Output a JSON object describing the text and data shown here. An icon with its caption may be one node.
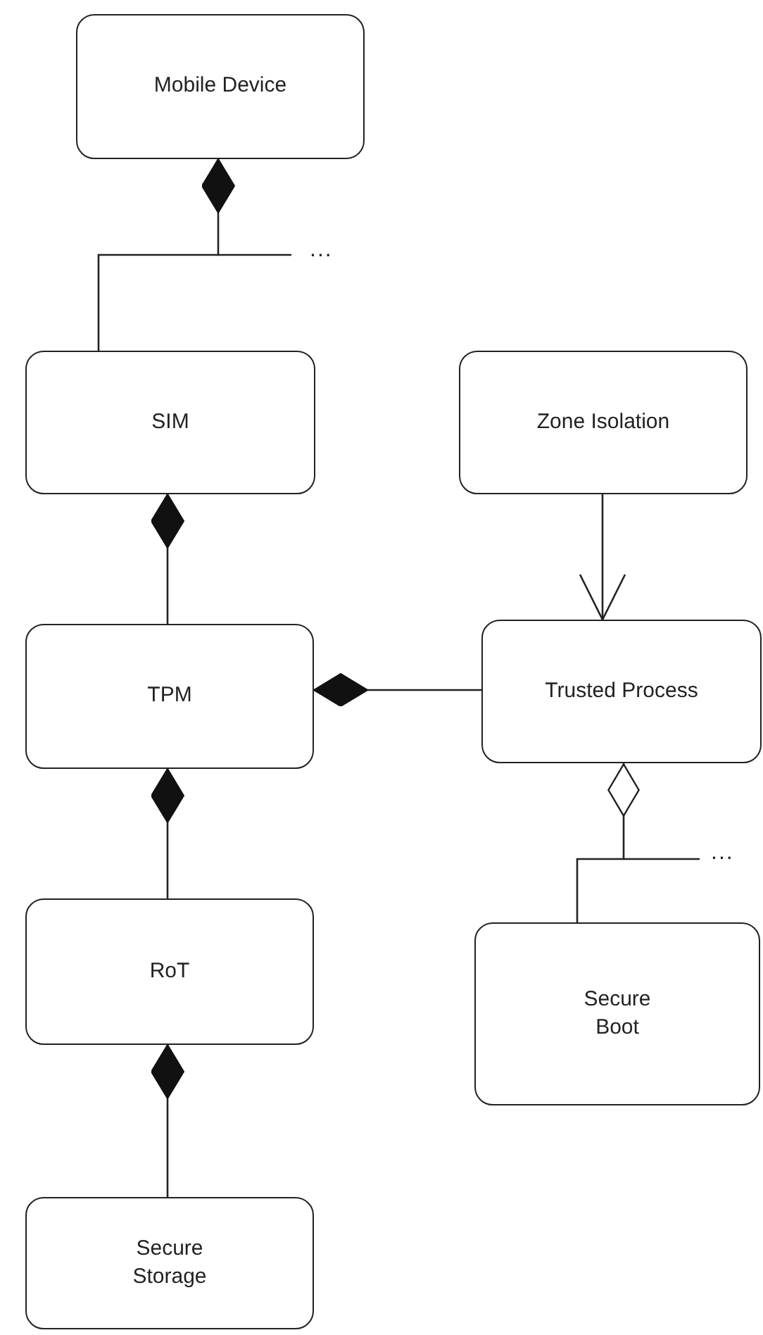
{
  "diagram": {
    "nodes": [
      {
        "text": [
          "Mobile Device"
        ]
      },
      {
        "text": [
          "SIM"
        ]
      },
      {
        "text": [
          "Zone Isolation"
        ]
      },
      {
        "text": [
          "TPM"
        ]
      },
      {
        "text": [
          "Trusted Process"
        ]
      },
      {
        "text": [
          "RoT"
        ]
      },
      {
        "text": [
          "Secure Boot"
        ]
      },
      {
        "text": [
          "Secure Storage"
        ]
      }
    ],
    "edges": [
      {
        "from": 1,
        "to": 0,
        "arrow": "other"
      },
      {
        "from": 3,
        "to": 1,
        "arrow": "other"
      },
      {
        "from": 2,
        "to": 4,
        "arrow": "to"
      },
      {
        "from": 4,
        "to": 3,
        "arrow": "other"
      },
      {
        "from": 5,
        "to": 3,
        "arrow": "other"
      },
      {
        "from": 6,
        "to": 4,
        "arrow": "other"
      },
      {
        "from": 7,
        "to": 5,
        "arrow": "other"
      }
    ],
    "labels": [
      "...",
      "..."
    ]
  }
}
